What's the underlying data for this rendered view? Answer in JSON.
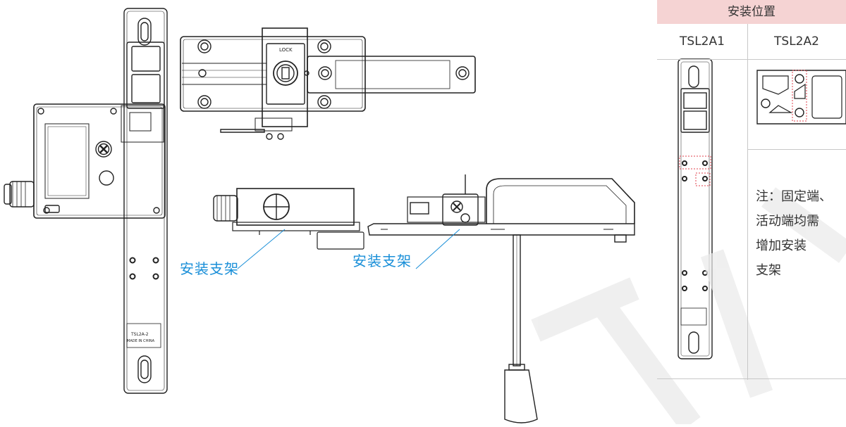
{
  "labels": {
    "bracket_left": "安装支架",
    "bracket_right": "安装支架"
  },
  "table": {
    "header": "安装位置",
    "col1": "TSL2A1",
    "col2": "TSL2A2",
    "note_lines": [
      "注：固定端、",
      "活动端均需",
      "增加安装",
      "支架"
    ]
  },
  "markings": {
    "lock": "LOCK",
    "made_in_china": "MADE IN CHINA",
    "model": "TSL2A-2"
  },
  "colors": {
    "callout": "#1a8fd8",
    "header_bg": "#f5d3d3",
    "highlight": "#e0424d"
  }
}
